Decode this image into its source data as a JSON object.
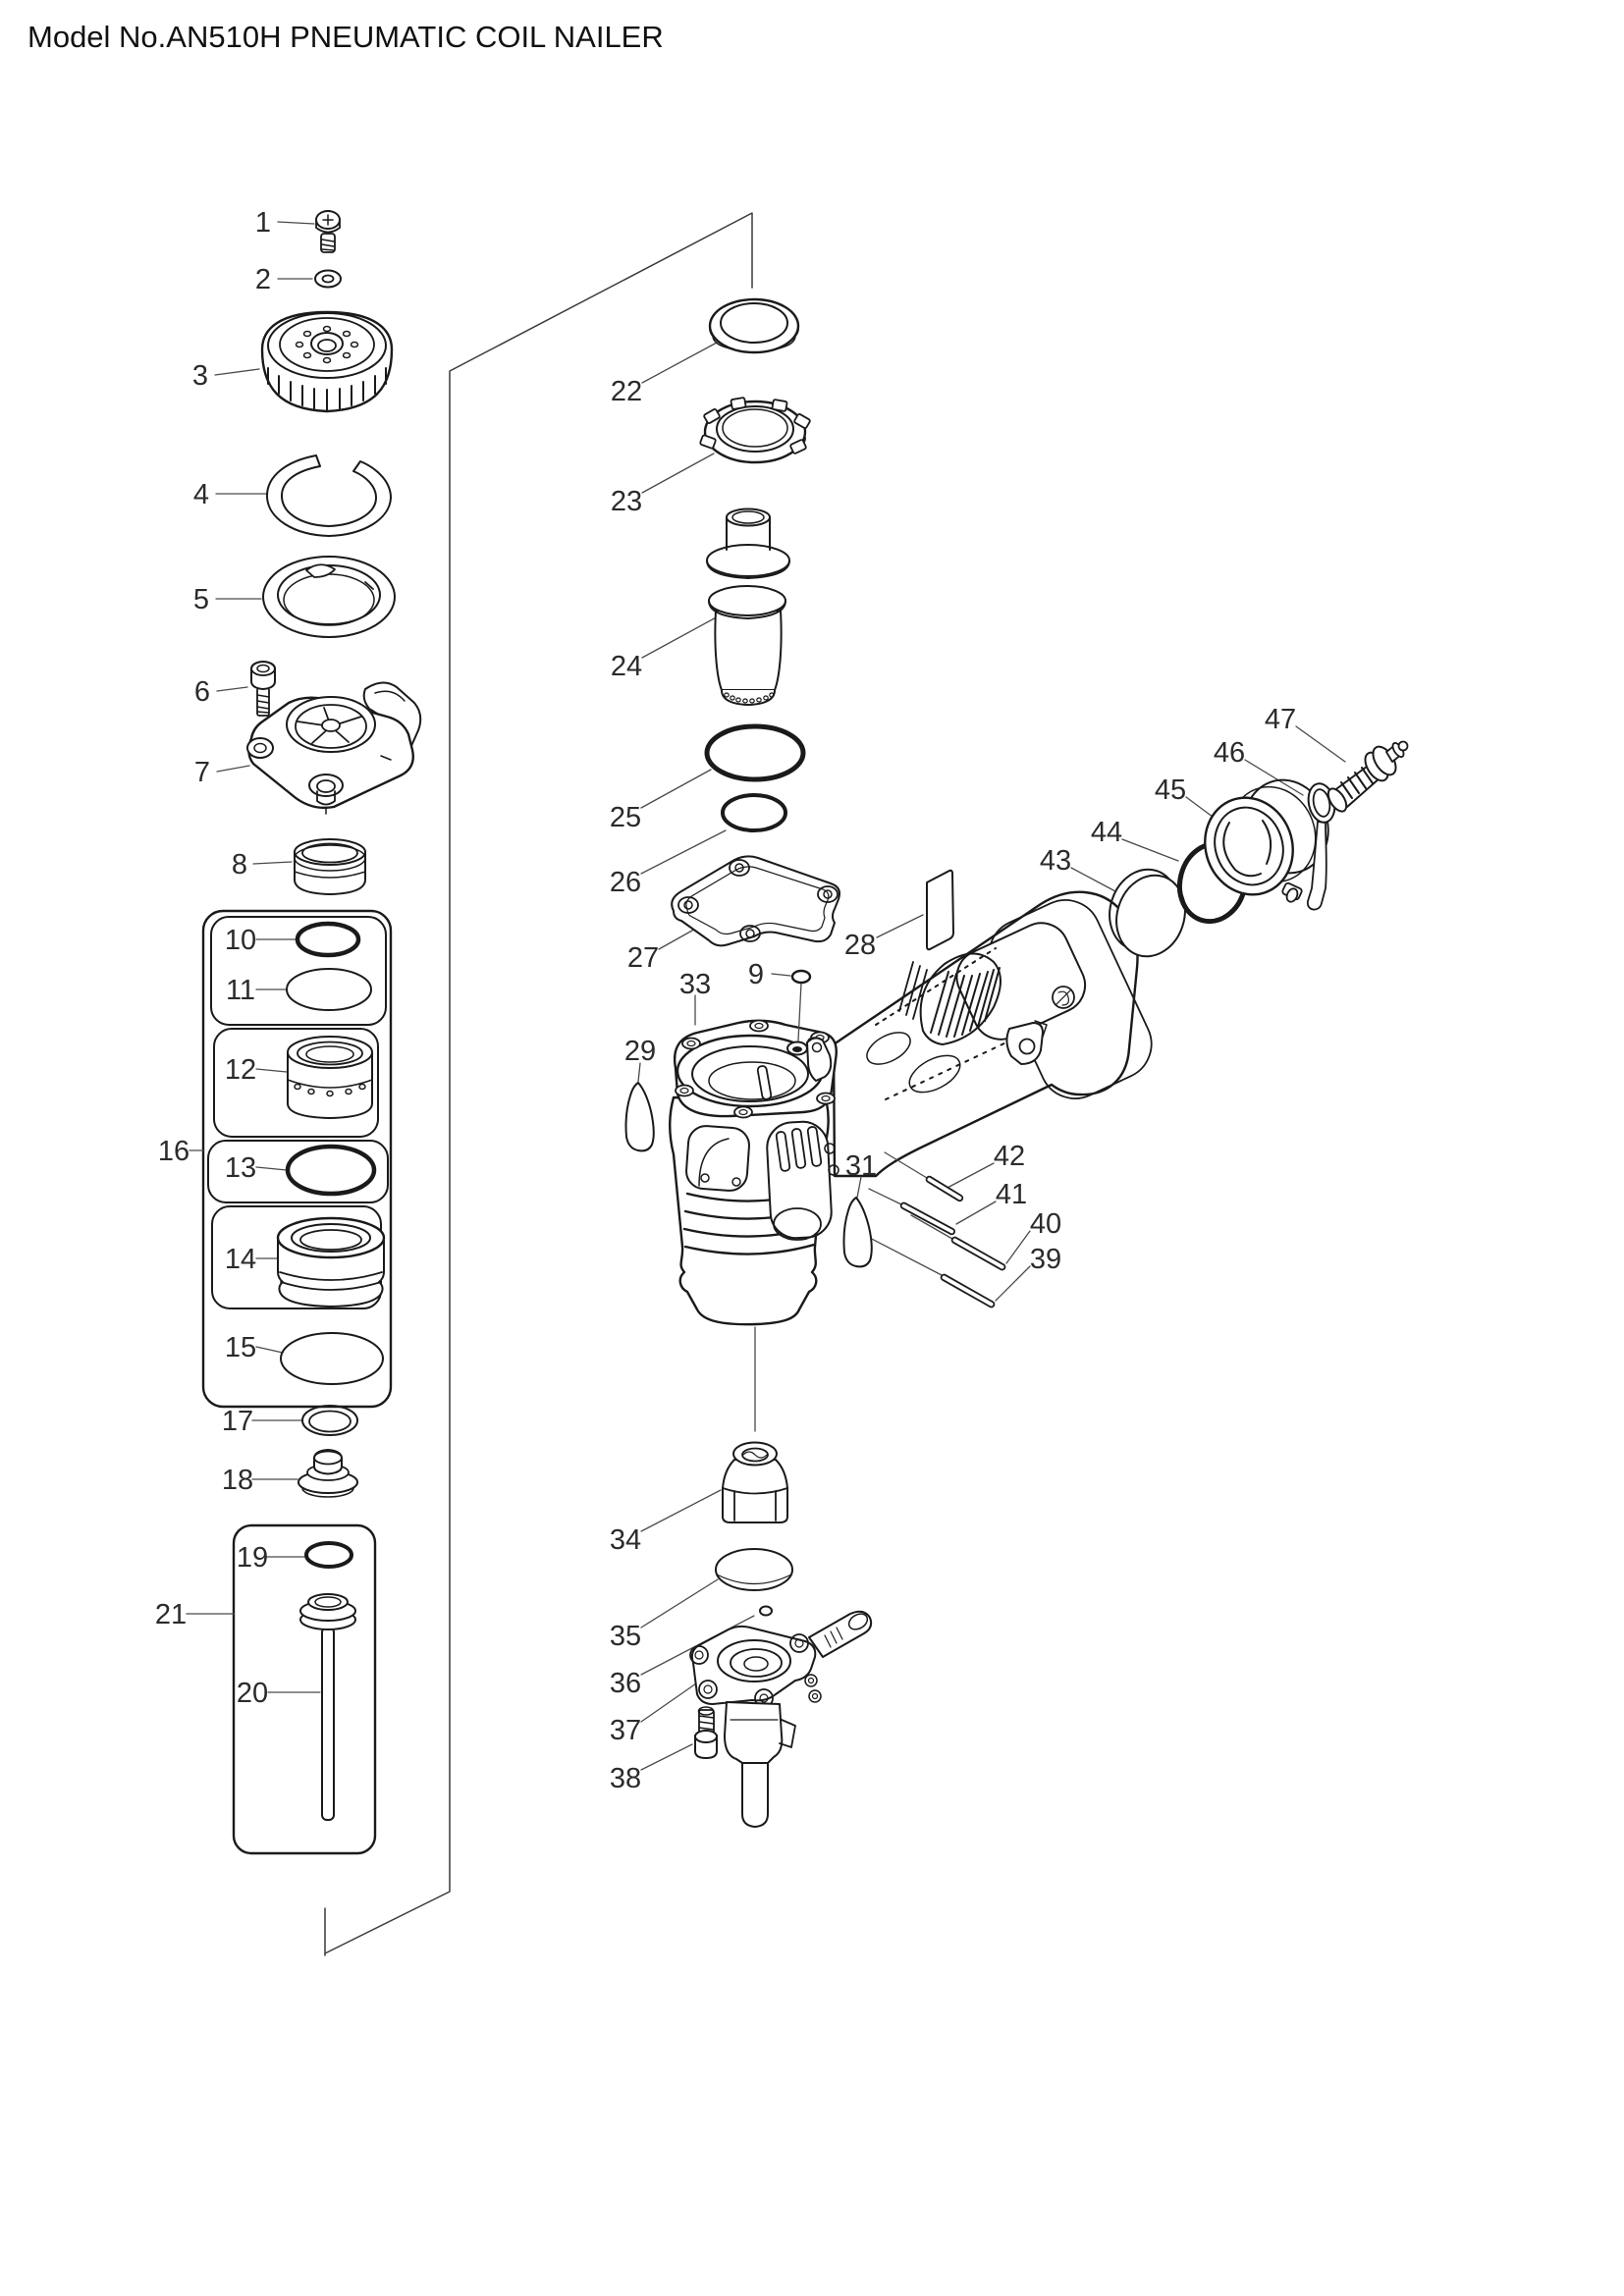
{
  "title": "Model No.AN510H PNEUMATIC COIL NAILER",
  "model_no": "AN510H",
  "product": "PNEUMATIC COIL NAILER",
  "diagram_type": "exploded-parts-diagram",
  "labels": {
    "n1": "1",
    "n2": "2",
    "n3": "3",
    "n4": "4",
    "n5": "5",
    "n6": "6",
    "n7": "7",
    "n8": "8",
    "n9": "9",
    "n10": "10",
    "n11": "11",
    "n12": "12",
    "n13": "13",
    "n14": "14",
    "n15": "15",
    "n16": "16",
    "n17": "17",
    "n18": "18",
    "n19": "19",
    "n20": "20",
    "n21": "21",
    "n22": "22",
    "n23": "23",
    "n24": "24",
    "n25": "25",
    "n26": "26",
    "n27": "27",
    "n28": "28",
    "n29": "29",
    "n31": "31",
    "n33": "33",
    "n34": "34",
    "n35": "35",
    "n36": "36",
    "n37": "37",
    "n38": "38",
    "n39": "39",
    "n40": "40",
    "n41": "41",
    "n42": "42",
    "n43": "43",
    "n44": "44",
    "n45": "45",
    "n46": "46",
    "n47": "47"
  }
}
